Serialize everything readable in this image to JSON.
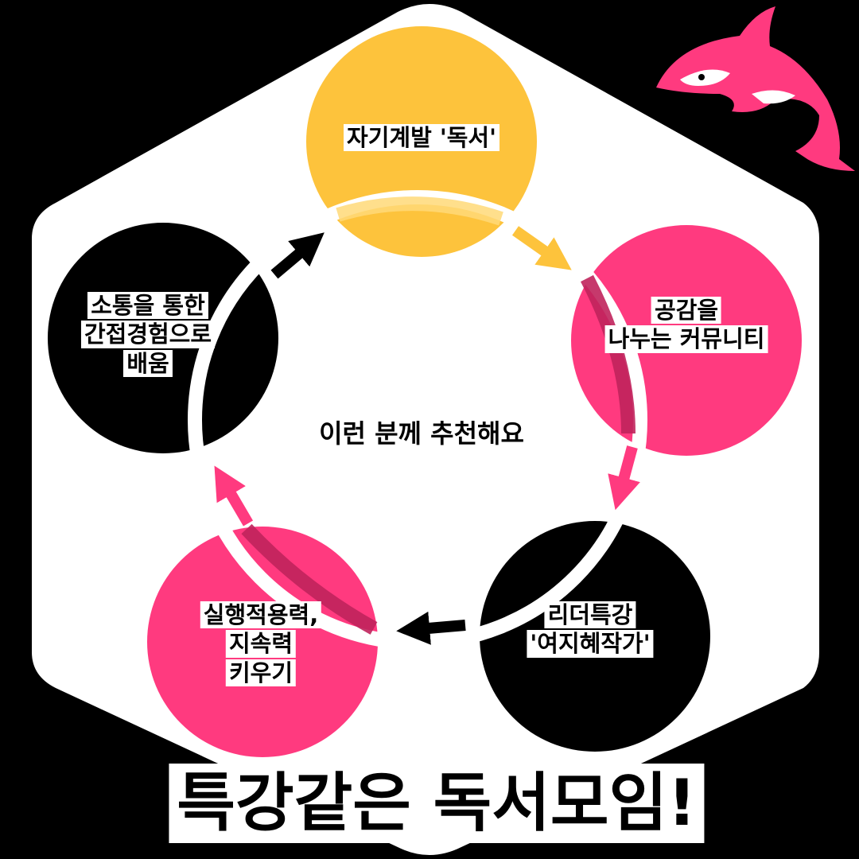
{
  "colors": {
    "yellow": "#FDC33C",
    "pink": "#FF3A7F",
    "black": "#000000",
    "white": "#FFFFFF"
  },
  "nodes": {
    "top": {
      "lines": [
        "자기계발 '독서'"
      ]
    },
    "right": {
      "lines": [
        "공감을",
        "나누는 커뮤니티"
      ]
    },
    "bottom_right": {
      "lines": [
        "리더특강",
        "'여지혜작가'"
      ]
    },
    "bottom_left": {
      "lines": [
        "실행적용력,",
        "지속력",
        "키우기"
      ]
    },
    "left": {
      "lines": [
        "소통을 통한",
        "간접경험으로",
        "배움"
      ]
    }
  },
  "center_text": "이런 분께 추천해요",
  "title": "특강같은 독서모임!",
  "icons": [
    "orca-icon"
  ]
}
